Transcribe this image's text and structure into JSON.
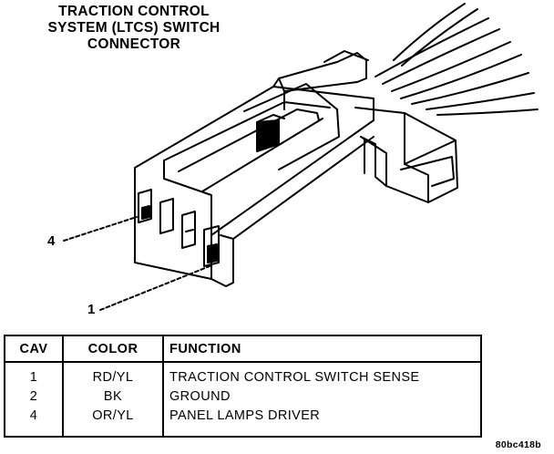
{
  "title": {
    "line1": "TRACTION CONTROL",
    "line2": "SYSTEM (LTCS) SWITCH",
    "line3": "CONNECTOR"
  },
  "callouts": {
    "pin4": "4",
    "pin1": "1"
  },
  "table": {
    "headers": [
      "CAV",
      "COLOR",
      "FUNCTION"
    ],
    "rows": [
      {
        "cav": "1",
        "color": "RD/YL",
        "function": "TRACTION CONTROL SWITCH SENSE"
      },
      {
        "cav": "2",
        "color": "BK",
        "function": "GROUND"
      },
      {
        "cav": "4",
        "color": "OR/YL",
        "function": "PANEL LAMPS DRIVER"
      }
    ]
  },
  "figure_code": "80bc418b"
}
